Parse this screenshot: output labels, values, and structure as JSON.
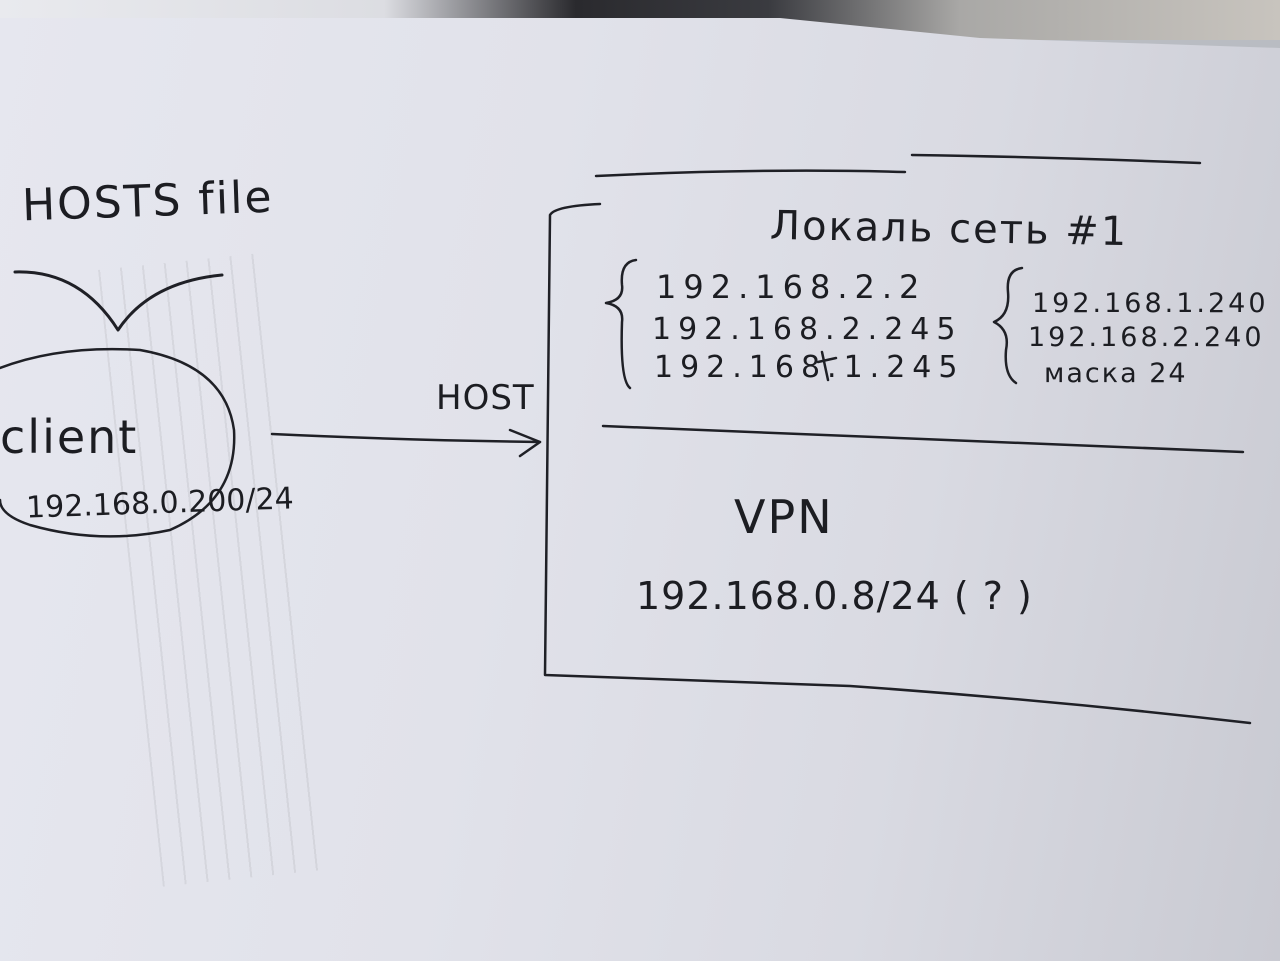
{
  "hosts_label": "HOSTS file",
  "client": {
    "label": "client",
    "ip": "192.168.0.200/24"
  },
  "arrow_label": "HOST",
  "lan": {
    "title": "Локаль сеть #1",
    "group_left": [
      "192.168.2.2",
      "192.168.2.245",
      "192.168.1.245"
    ],
    "group_right": [
      "192.168.1.240",
      "192.168.2.240",
      "маска 24"
    ]
  },
  "vpn": {
    "title": "VPN",
    "ip": "192.168.0.8/24 ( ? )"
  }
}
